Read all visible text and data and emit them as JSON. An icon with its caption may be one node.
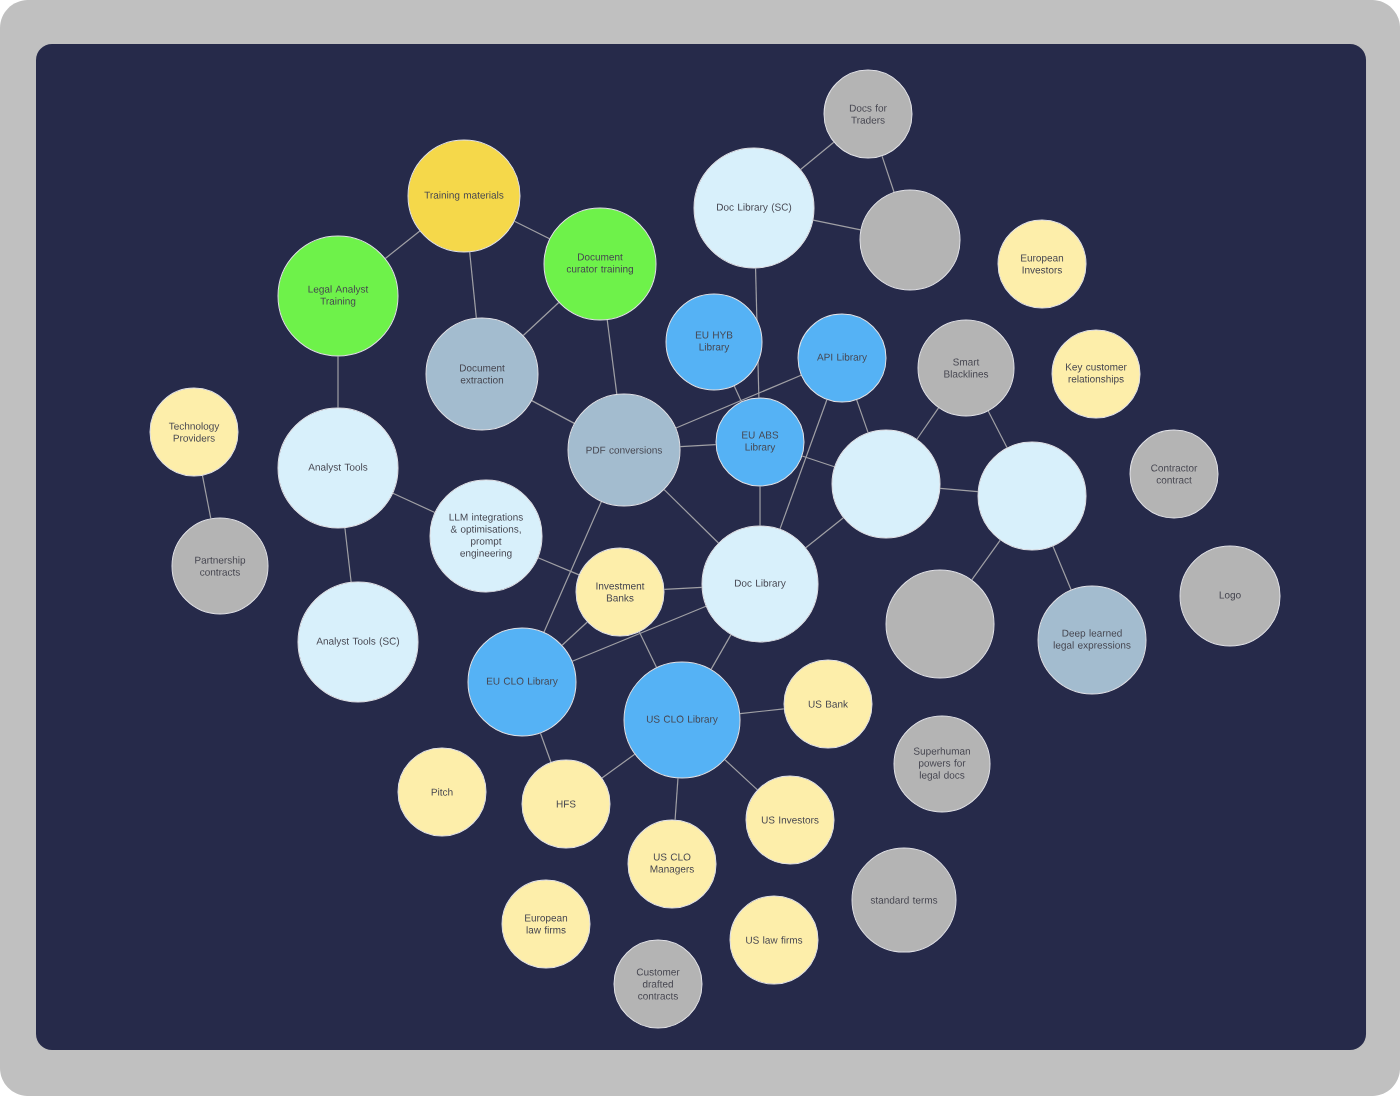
{
  "diagram": {
    "nodes": [
      {
        "text": [
          "Training materials"
        ]
      },
      {
        "text": [
          "Legal Analyst Training"
        ]
      },
      {
        "text": [
          "Document curator training"
        ]
      },
      {
        "text": [
          "Document extraction"
        ]
      },
      {
        "text": [
          "PDF conversions"
        ]
      },
      {
        "text": [
          "Technology Providers"
        ]
      },
      {
        "text": [
          "Partnership contracts"
        ]
      },
      {
        "text": [
          "Analyst Tools"
        ]
      },
      {
        "text": [
          "LLM integrations & optimisations, prompt engineering"
        ]
      },
      {
        "text": [
          "Analyst Tools (SC)"
        ]
      },
      {
        "text": [
          "Docs for Traders"
        ]
      },
      {
        "text": [
          "Doc Library (SC)"
        ]
      },
      {
        "text": [],
        "shape": "circle"
      },
      {
        "text": [
          "European Investors"
        ]
      },
      {
        "text": [
          "EU HYB Library"
        ]
      },
      {
        "text": [
          "API Library"
        ]
      },
      {
        "text": [
          "EU ABS Library"
        ]
      },
      {
        "text": [
          "Smart Blacklines"
        ]
      },
      {
        "text": [
          "Key customer relationships"
        ]
      },
      {
        "text": [],
        "shape": "circle"
      },
      {
        "text": [],
        "shape": "circle"
      },
      {
        "text": [
          "Contractor contract"
        ]
      },
      {
        "text": [
          "Investment Banks"
        ]
      },
      {
        "text": [
          "Doc Library"
        ]
      },
      {
        "text": [],
        "shape": "circle"
      },
      {
        "text": [
          "Deep learned legal expressions"
        ]
      },
      {
        "text": [
          "Logo"
        ]
      },
      {
        "text": [
          "EU CLO Library"
        ]
      },
      {
        "text": [
          "US CLO Library"
        ]
      },
      {
        "text": [
          "US Bank"
        ]
      },
      {
        "text": [
          "Superhuman powers for legal docs"
        ]
      },
      {
        "text": [
          "Pitch"
        ]
      },
      {
        "text": [
          "HFS"
        ]
      },
      {
        "text": [
          "US Investors"
        ]
      },
      {
        "text": [
          "US CLO Managers"
        ]
      },
      {
        "text": [
          "standard terms"
        ]
      },
      {
        "text": [
          "European law firms"
        ]
      },
      {
        "text": [
          "US law firms"
        ]
      },
      {
        "text": [
          "Customer drafted contracts"
        ]
      }
    ],
    "edges": [
      {
        "from": 0,
        "to": 1,
        "arrow": "none"
      },
      {
        "from": 0,
        "to": 2,
        "arrow": "none"
      },
      {
        "from": 0,
        "to": 3,
        "arrow": "none"
      },
      {
        "from": 2,
        "to": 3,
        "arrow": "none"
      },
      {
        "from": 2,
        "to": 4,
        "arrow": "none"
      },
      {
        "from": 3,
        "to": 4,
        "arrow": "none"
      },
      {
        "from": 1,
        "to": 7,
        "arrow": "none"
      },
      {
        "from": 5,
        "to": 6,
        "arrow": "none"
      },
      {
        "from": 7,
        "to": 8,
        "arrow": "none"
      },
      {
        "from": 7,
        "to": 9,
        "arrow": "none"
      },
      {
        "from": 8,
        "to": 22,
        "arrow": "none"
      },
      {
        "from": 10,
        "to": 11,
        "arrow": "none"
      },
      {
        "from": 10,
        "to": 12,
        "arrow": "none"
      },
      {
        "from": 11,
        "to": 12,
        "arrow": "none"
      },
      {
        "from": 11,
        "to": 16,
        "arrow": "none"
      },
      {
        "from": 14,
        "to": 16,
        "arrow": "none"
      },
      {
        "from": 4,
        "to": 15,
        "arrow": "none"
      },
      {
        "from": 4,
        "to": 16,
        "arrow": "none"
      },
      {
        "from": 4,
        "to": 23,
        "arrow": "none"
      },
      {
        "from": 4,
        "to": 27,
        "arrow": "none"
      },
      {
        "from": 22,
        "to": 28,
        "arrow": "none"
      },
      {
        "from": 15,
        "to": 19,
        "arrow": "none"
      },
      {
        "from": 15,
        "to": 23,
        "arrow": "none"
      },
      {
        "from": 16,
        "to": 23,
        "arrow": "none"
      },
      {
        "from": 16,
        "to": 19,
        "arrow": "none"
      },
      {
        "from": 17,
        "to": 19,
        "arrow": "none"
      },
      {
        "from": 17,
        "to": 20,
        "arrow": "none"
      },
      {
        "from": 19,
        "to": 20,
        "arrow": "none"
      },
      {
        "from": 20,
        "to": 24,
        "arrow": "none"
      },
      {
        "from": 20,
        "to": 25,
        "arrow": "none"
      },
      {
        "from": 19,
        "to": 23,
        "arrow": "none"
      },
      {
        "from": 22,
        "to": 23,
        "arrow": "none"
      },
      {
        "from": 22,
        "to": 27,
        "arrow": "none"
      },
      {
        "from": 23,
        "to": 27,
        "arrow": "none"
      },
      {
        "from": 23,
        "to": 28,
        "arrow": "none"
      },
      {
        "from": 28,
        "to": 29,
        "arrow": "none"
      },
      {
        "from": 28,
        "to": 32,
        "arrow": "none"
      },
      {
        "from": 28,
        "to": 33,
        "arrow": "none"
      },
      {
        "from": 28,
        "to": 34,
        "arrow": "none"
      },
      {
        "from": 27,
        "to": 32,
        "arrow": "none"
      }
    ]
  }
}
